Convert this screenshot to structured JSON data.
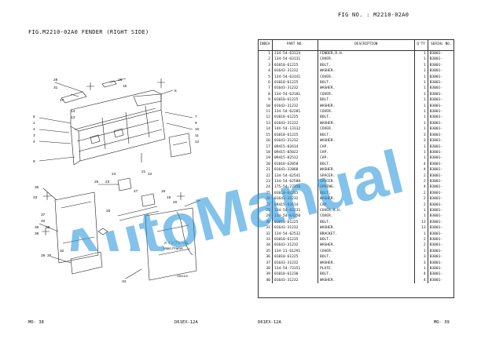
{
  "left_page": {
    "fig_title": "FIG.M2210-02A0  FENDER (RIGHT SIDE)",
    "footer_left": "MO- 38",
    "footer_right": "D61EX-12A",
    "diagram_labels": {
      "main_frame_jp": "メインフレーム",
      "main_frame_en": "Main Frame",
      "drawing_code": "Z664115"
    },
    "callouts": [
      "28",
      "31",
      "17",
      "14",
      "13",
      "15",
      "16",
      "5",
      "6",
      "1",
      "2",
      "3",
      "4",
      "7",
      "9",
      "10",
      "11",
      "12",
      "8",
      "35",
      "33",
      "26",
      "23",
      "24",
      "27",
      "21",
      "22",
      "37",
      "40",
      "36",
      "38",
      "39",
      "25",
      "18",
      "19",
      "20",
      "29",
      "30",
      "32",
      "34"
    ]
  },
  "right_page": {
    "fig_no": "FIG NO.  : M2210-02A0",
    "footer_left": "D61EX-12A",
    "footer_right": "MO- 39",
    "headers": {
      "index": "INDEX",
      "part_no": "PART NO.",
      "description": "DESCRIPTION",
      "qty": "Q'TY",
      "serial": "SERIAL NO."
    },
    "rows": [
      {
        "index": "1",
        "part": "134-54-63124",
        "desc": "FENDER,R.H.",
        "qty": "1",
        "serial": "B3001-"
      },
      {
        "index": "2",
        "part": "134-54-63131",
        "desc": "COVER.",
        "qty": "1",
        "serial": "B3001-"
      },
      {
        "index": "3",
        "part": "01010-61225",
        "desc": "BOLT.",
        "qty": "1",
        "serial": "B3001-"
      },
      {
        "index": "4",
        "part": "01643-31232",
        "desc": "WASHER.",
        "qty": "1",
        "serial": "B3001-"
      },
      {
        "index": "5",
        "part": "134-54-63141",
        "desc": "COVER.",
        "qty": "1",
        "serial": "B3001-"
      },
      {
        "index": "6",
        "part": "01010-61225",
        "desc": "BOLT.",
        "qty": "1",
        "serial": "B3001-"
      },
      {
        "index": "7",
        "part": "01643-31232",
        "desc": "WASHER.",
        "qty": "1",
        "serial": "B3001-"
      },
      {
        "index": "8",
        "part": "134-54-63181",
        "desc": "COVER.",
        "qty": "1",
        "serial": "B3001-"
      },
      {
        "index": "9",
        "part": "01010-61225",
        "desc": "BOLT.",
        "qty": "1",
        "serial": "B3001-"
      },
      {
        "index": "10",
        "part": "01643-31232",
        "desc": "WASHER.",
        "qty": "1",
        "serial": "B3001-"
      },
      {
        "index": "11",
        "part": "134-54-62281",
        "desc": "COVER.",
        "qty": "1",
        "serial": "B3001-"
      },
      {
        "index": "12",
        "part": "01010-61225",
        "desc": "BOLT.",
        "qty": "1",
        "serial": "B3001-"
      },
      {
        "index": "13",
        "part": "01643-31232",
        "desc": "WASHER.",
        "qty": "1",
        "serial": "B3001-"
      },
      {
        "index": "14",
        "part": "14X-54-13132",
        "desc": "COVER.",
        "qty": "1",
        "serial": "B3001-"
      },
      {
        "index": "15",
        "part": "01010-61225",
        "desc": "BOLT.",
        "qty": "3",
        "serial": "B3001-"
      },
      {
        "index": "16",
        "part": "01643-31232",
        "desc": "WASHER.",
        "qty": "3",
        "serial": "B3001-"
      },
      {
        "index": "17",
        "part": "09415-02614",
        "desc": "CAP.",
        "qty": "1",
        "serial": "B3001-"
      },
      {
        "index": "18",
        "part": "09415-05022",
        "desc": "CAP.",
        "qty": "1",
        "serial": "B3001-"
      },
      {
        "index": "19",
        "part": "09415-02512",
        "desc": "CAP.",
        "qty": "1",
        "serial": "B3001-"
      },
      {
        "index": "20",
        "part": "01010-62050",
        "desc": "BOLT.",
        "qty": "4",
        "serial": "B3001-"
      },
      {
        "index": "21",
        "part": "01643-32060",
        "desc": "WASHER.",
        "qty": "4",
        "serial": "B3001-"
      },
      {
        "index": "22",
        "part": "134-54-62541",
        "desc": "SPACER.",
        "qty": "2",
        "serial": "B3001-"
      },
      {
        "index": "23",
        "part": "134-54-62580",
        "desc": "SPACER.",
        "qty": "2",
        "serial": "B3001-"
      },
      {
        "index": "24",
        "part": "175-54-27350",
        "desc": "SPRING.",
        "qty": "4",
        "serial": "B3001-"
      },
      {
        "index": "25",
        "part": "01010-61245",
        "desc": "BOLT.",
        "qty": "2",
        "serial": "B3001-"
      },
      {
        "index": "26",
        "part": "01643-31232",
        "desc": "WASHER.",
        "qty": "2",
        "serial": "B3001-"
      },
      {
        "index": "27",
        "part": "09415-02614",
        "desc": "CAP.",
        "qty": "2",
        "serial": "B3001-"
      },
      {
        "index": "28",
        "part": "134-54-63231",
        "desc": "COVER,R.H.",
        "qty": "1",
        "serial": "B3001-"
      },
      {
        "index": "29",
        "part": "134-54-63250",
        "desc": "COVER.",
        "qty": "1",
        "serial": "B3001-"
      },
      {
        "index": "30",
        "part": "01010-61225",
        "desc": "BOLT.",
        "qty": "13",
        "serial": "B3001-"
      },
      {
        "index": "31",
        "part": "01643-31232",
        "desc": "WASHER.",
        "qty": "13",
        "serial": "B3001-"
      },
      {
        "index": "32",
        "part": "134-54-62532",
        "desc": "BRACKET.",
        "qty": "1",
        "serial": "B3001-"
      },
      {
        "index": "33",
        "part": "01010-61235",
        "desc": "BOLT.",
        "qty": "2",
        "serial": "B3001-"
      },
      {
        "index": "34",
        "part": "01643-31232",
        "desc": "WASHER.",
        "qty": "2",
        "serial": "B3001-"
      },
      {
        "index": "35",
        "part": "134-21-61291",
        "desc": "COVER.",
        "qty": "1",
        "serial": "B3001-"
      },
      {
        "index": "36",
        "part": "01010-61225",
        "desc": "BOLT.",
        "qty": "3",
        "serial": "B3001-"
      },
      {
        "index": "37",
        "part": "01643-31232",
        "desc": "WASHER.",
        "qty": "3",
        "serial": "B3001-"
      },
      {
        "index": "38",
        "part": "134-54-73151",
        "desc": "PLATE.",
        "qty": "1",
        "serial": "B3001-"
      },
      {
        "index": "39",
        "part": "01010-61230",
        "desc": "BOLT.",
        "qty": "4",
        "serial": "B3001-"
      },
      {
        "index": "40",
        "part": "01643-31232",
        "desc": "WASHER.",
        "qty": "4",
        "serial": "B3001-"
      }
    ]
  },
  "watermark": {
    "text": "AutoManual",
    "color": "#1e8fd8"
  }
}
